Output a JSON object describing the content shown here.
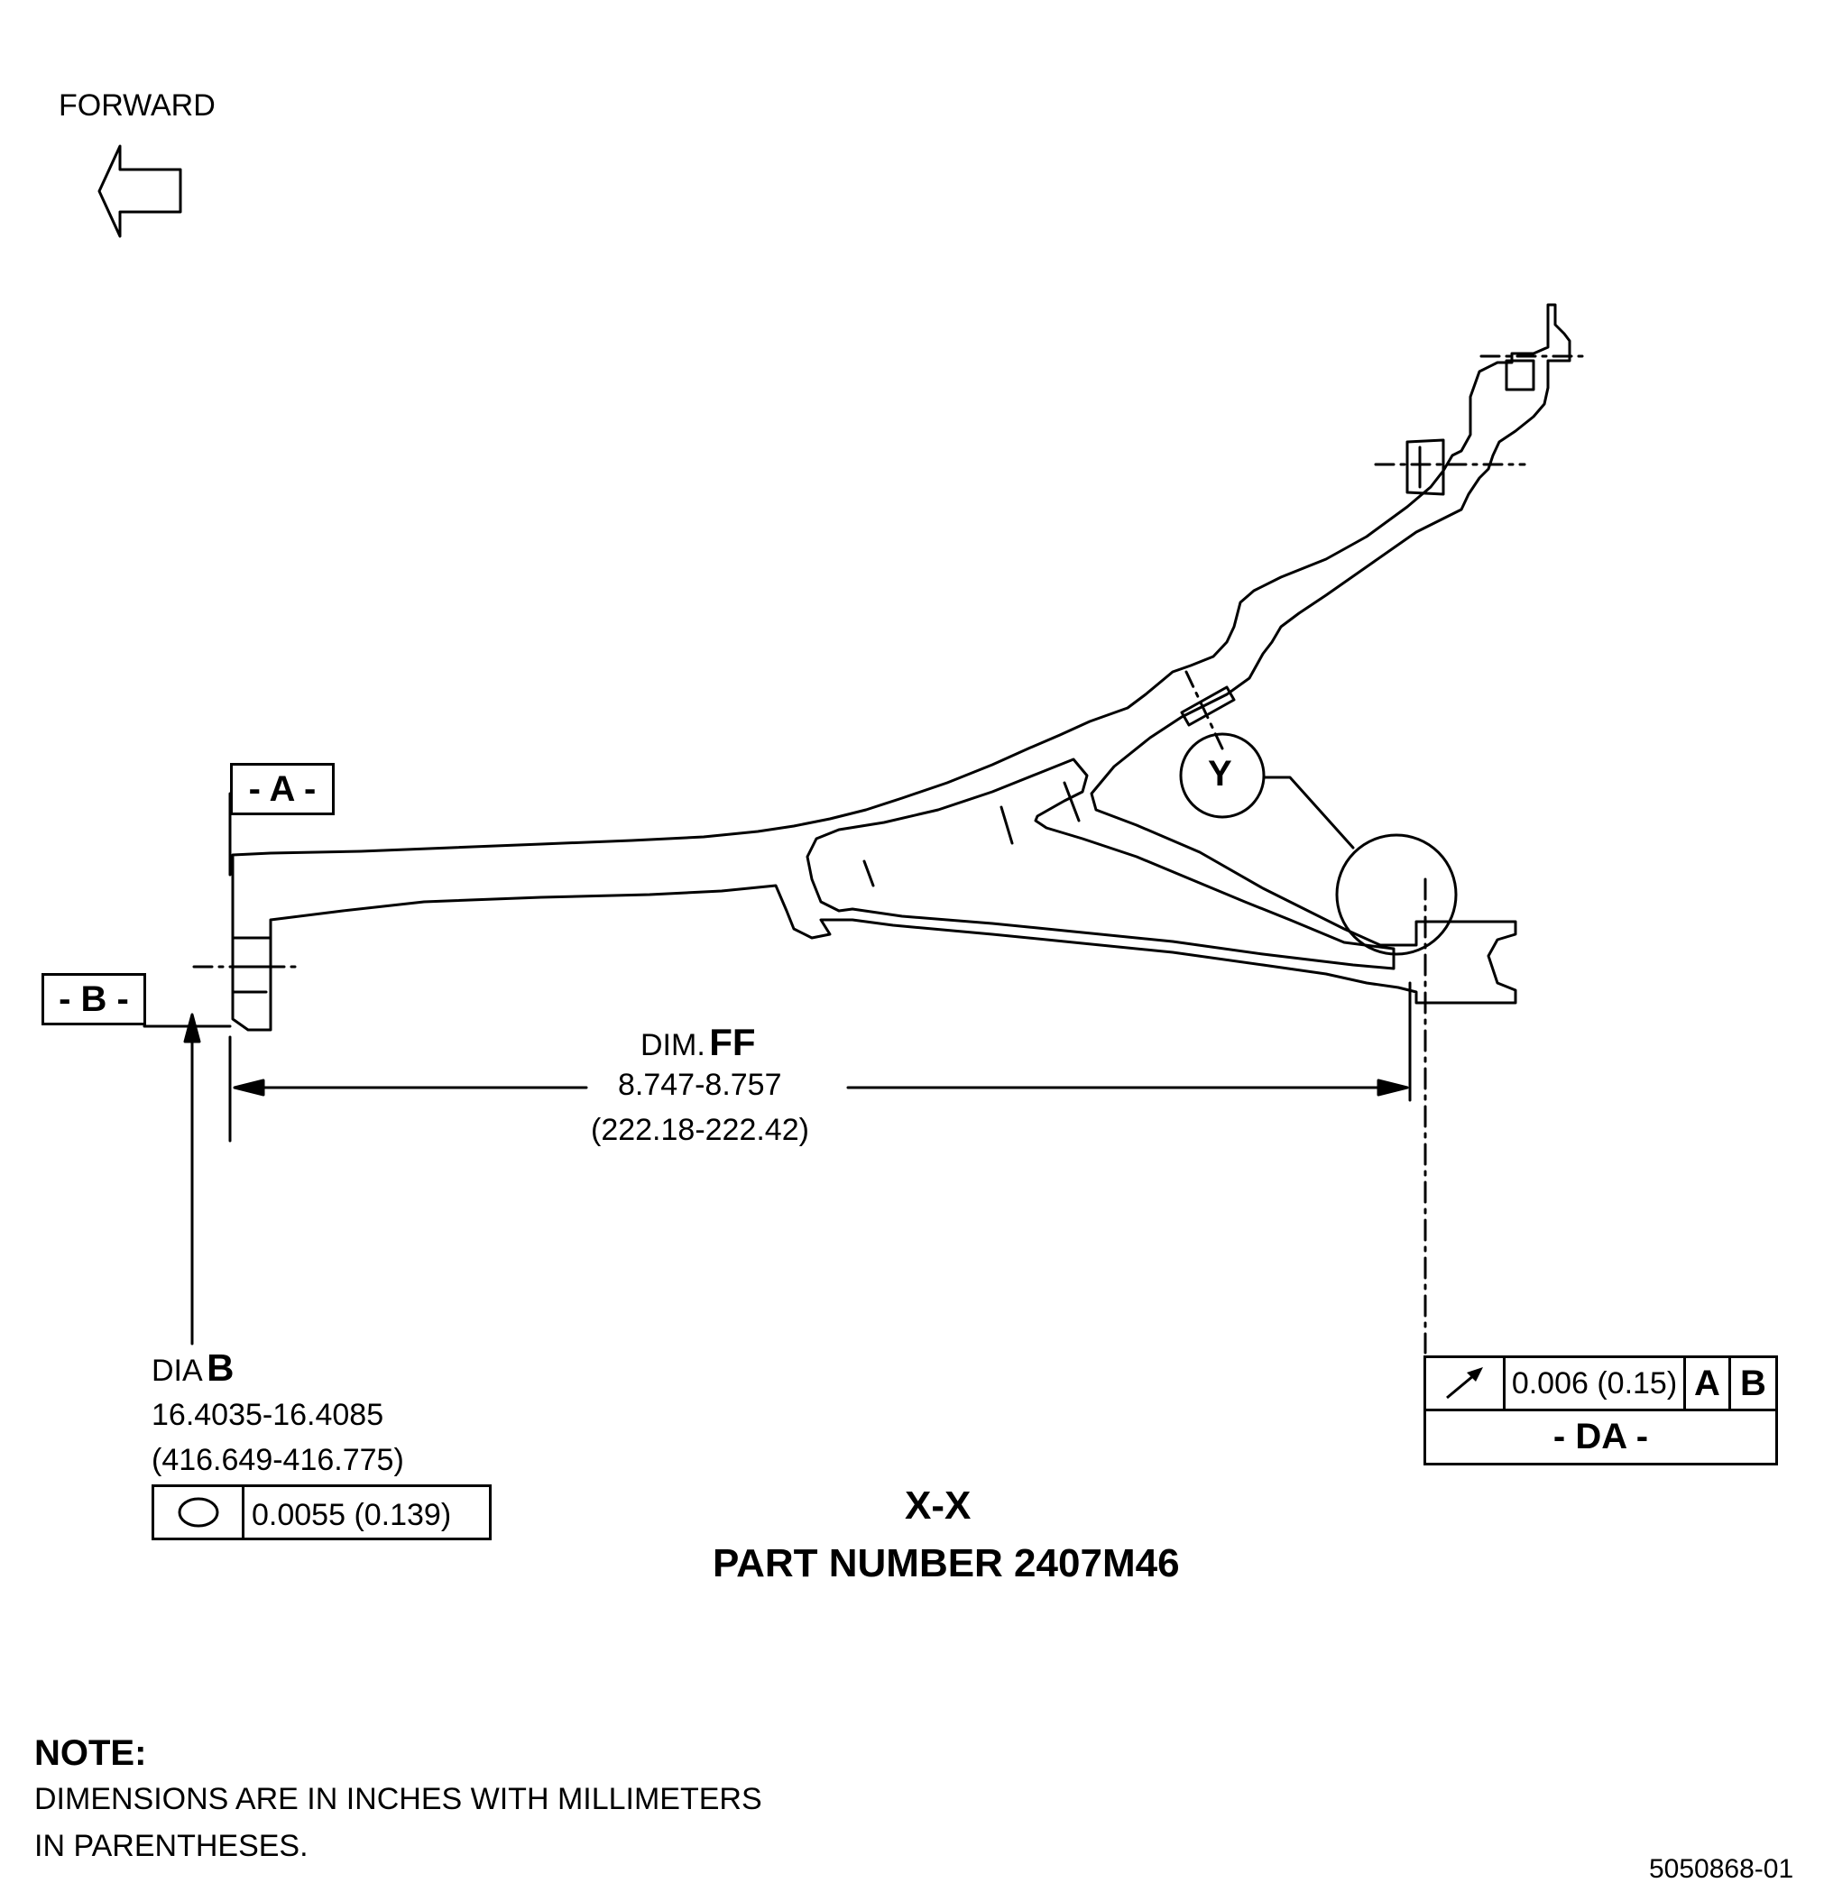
{
  "forward_label": "FORWARD",
  "datum_a": "- A -",
  "datum_b": "- B -",
  "detail_y": "Y",
  "dim_ff": {
    "prefix": "DIM.",
    "code": "FF",
    "inches": "8.747-8.757",
    "millimeters": "(222.18-222.42)"
  },
  "dia_b": {
    "prefix": "DIA",
    "code": "B",
    "inches": "16.4035-16.4085",
    "millimeters": "(416.649-416.775)",
    "tolerance": "0.0055 (0.139)",
    "symbol": "circularity-icon"
  },
  "runout_frame": {
    "symbol": "circular-runout-arrow-icon",
    "tolerance": "0.006 (0.15)",
    "datum1": "A",
    "datum2": "B",
    "datum_label": "- DA -"
  },
  "section_title": "X-X",
  "part_number": "PART NUMBER 2407M46",
  "note": {
    "heading": "NOTE:",
    "line1": "DIMENSIONS ARE IN INCHES WITH MILLIMETERS",
    "line2": "IN PARENTHESES."
  },
  "figure_id": "5050868-01"
}
